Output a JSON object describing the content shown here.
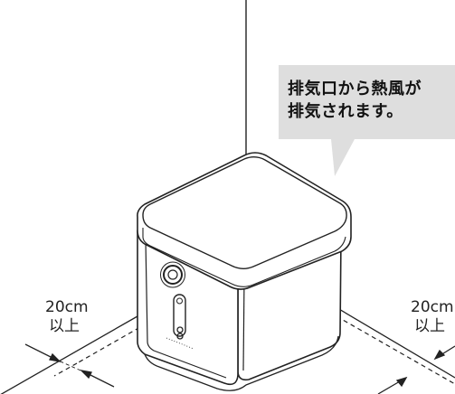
{
  "callout": {
    "line1": "排気口から熱風が",
    "line2": "排気されます。"
  },
  "clearance_left": {
    "distance": "20cm",
    "qualifier": "以上"
  },
  "clearance_right": {
    "distance": "20cm",
    "qualifier": "以上"
  },
  "colors": {
    "callout_fill": "#dedede",
    "line": "#222222",
    "body_shadow": "#e2e2e2"
  },
  "icons": [
    "power-button-icon",
    "indicator-slot-icon",
    "device-logo-icon"
  ]
}
